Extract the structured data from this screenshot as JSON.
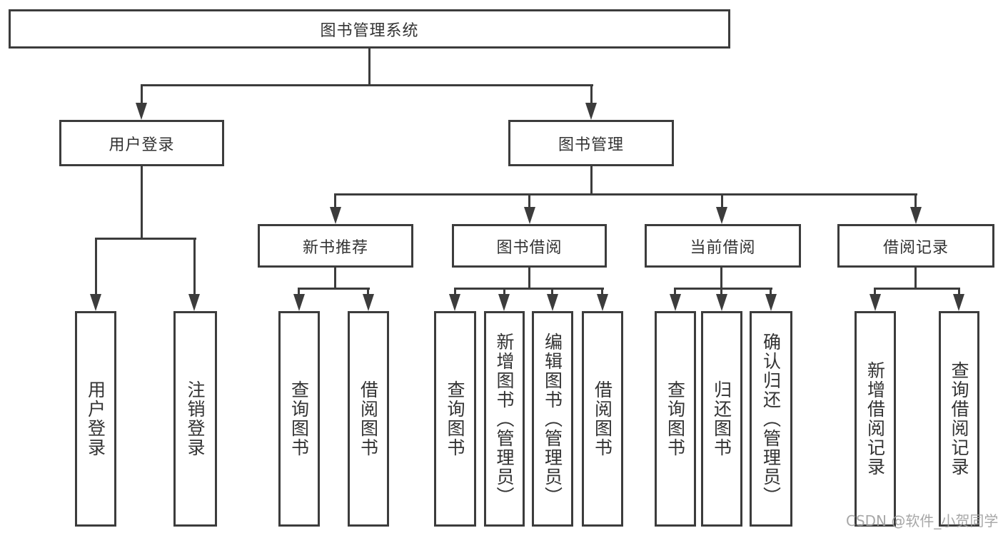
{
  "diagram": {
    "root": {
      "label": "图书管理系统"
    },
    "branches": [
      {
        "label": "用户登录",
        "children": [
          {
            "label": "用户登录"
          },
          {
            "label": "注销登录"
          }
        ]
      },
      {
        "label": "图书管理",
        "children": [
          {
            "label": "新书推荐",
            "children": [
              {
                "label": "查询图书"
              },
              {
                "label": "借阅图书"
              }
            ]
          },
          {
            "label": "图书借阅",
            "children": [
              {
                "label": "查询图书"
              },
              {
                "label": "新增图书（管理员）"
              },
              {
                "label": "编辑图书（管理员）"
              },
              {
                "label": "借阅图书"
              }
            ]
          },
          {
            "label": "当前借阅",
            "children": [
              {
                "label": "查询图书"
              },
              {
                "label": "归还图书"
              },
              {
                "label": "确认归还（管理员）"
              }
            ]
          },
          {
            "label": "借阅记录",
            "children": [
              {
                "label": "新增借阅记录"
              },
              {
                "label": "查询借阅记录"
              }
            ]
          }
        ]
      }
    ]
  },
  "watermark": {
    "text": "CSDN @软件_小贺同学"
  },
  "colors": {
    "line": "#3c3c3c",
    "text": "#333333",
    "watermark_text": "#9e9e9e",
    "background": "#ffffff"
  }
}
